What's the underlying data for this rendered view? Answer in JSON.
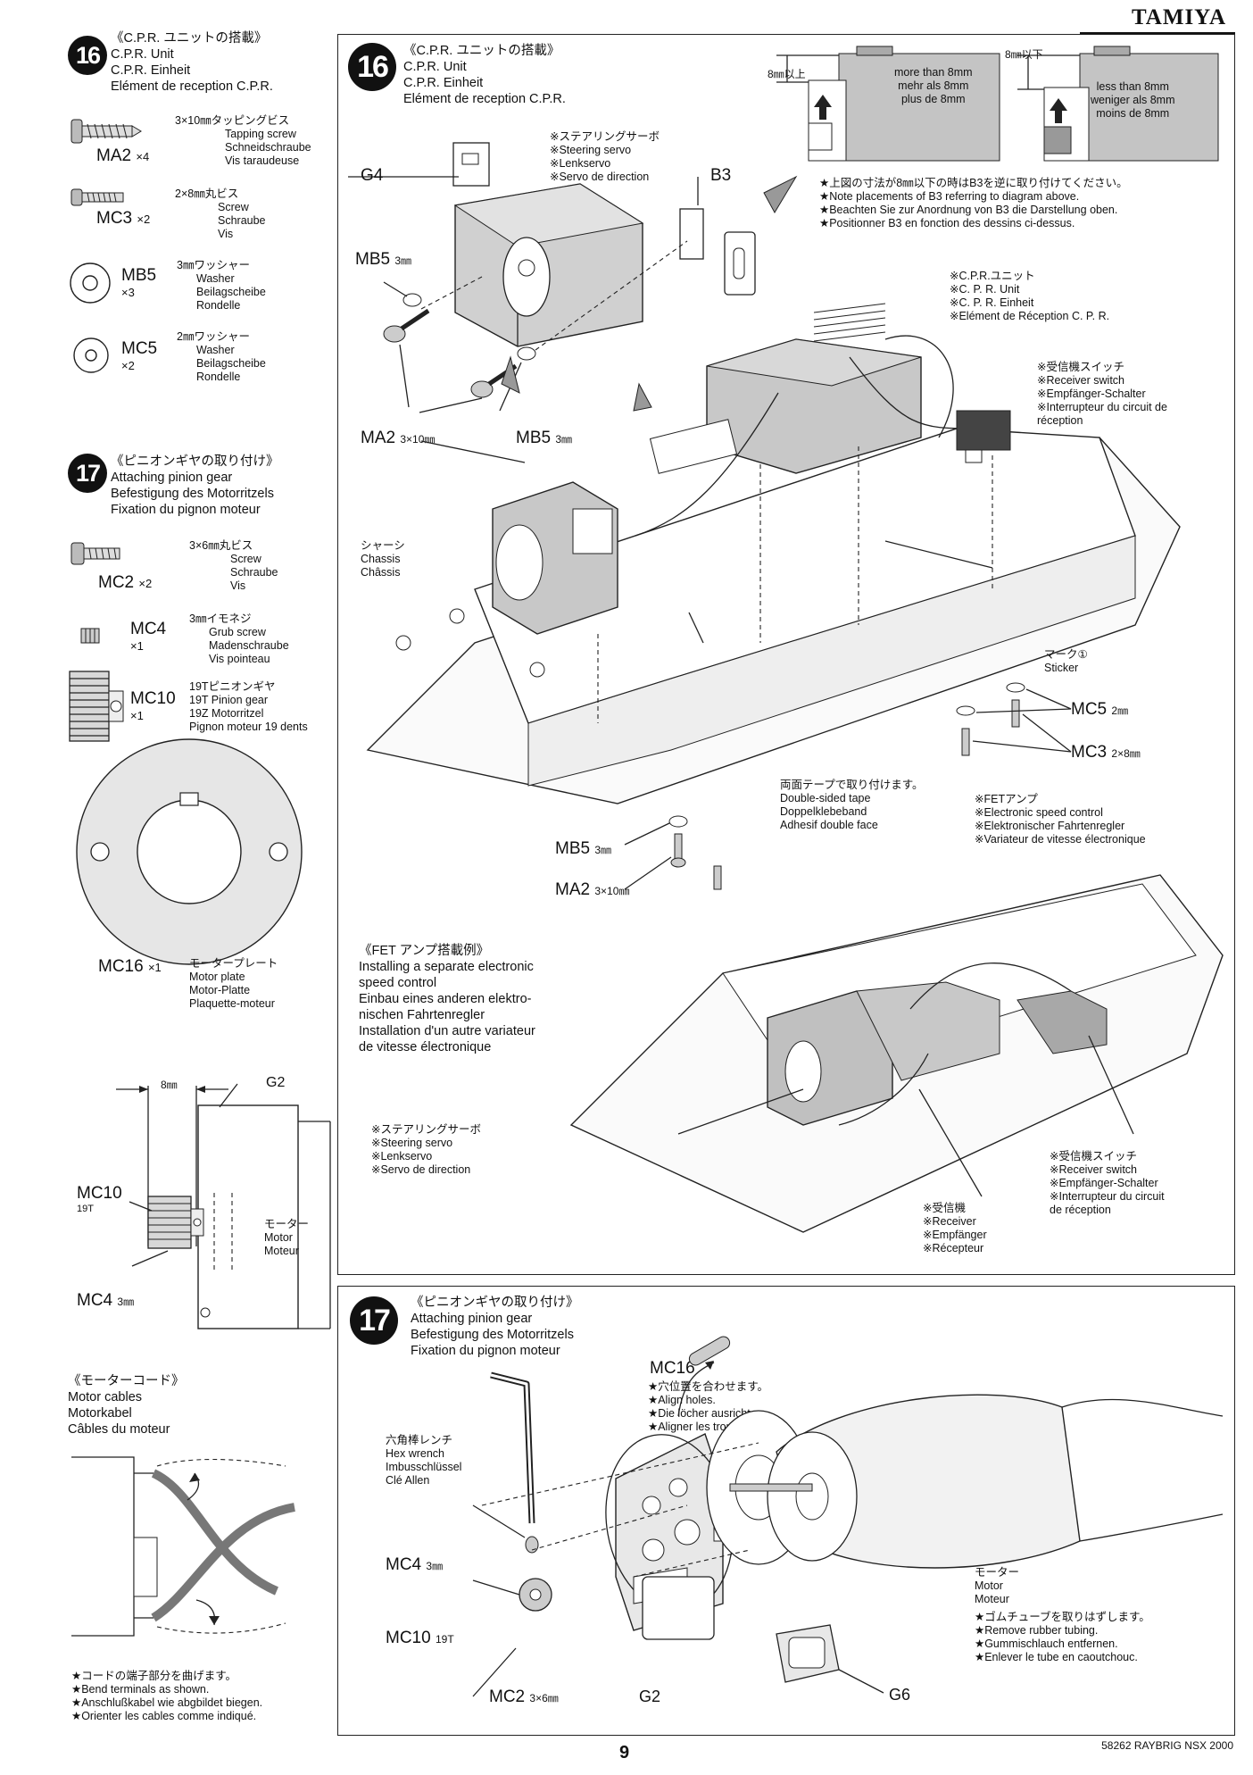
{
  "brand": "TAMIYA",
  "page_number": "9",
  "footer_model": "58262 RAYBRIG NSX 2000",
  "step16": {
    "number": "16",
    "title": [
      "《C.P.R. ユニットの搭載》",
      "C.P.R. Unit",
      "C.P.R. Einheit",
      "Elément de reception C.P.R."
    ],
    "parts": [
      {
        "code": "MA2",
        "qty": "×4",
        "spec": "3×10㎜タッピングビス",
        "names": [
          "Tapping screw",
          "Schneidschraube",
          "Vis taraudeuse"
        ]
      },
      {
        "code": "MC3",
        "qty": "×2",
        "spec": "2×8㎜丸ビス",
        "names": [
          "Screw",
          "Schraube",
          "Vis"
        ]
      },
      {
        "code": "MB5",
        "qty": "×3",
        "spec": "3㎜ワッシャー",
        "names": [
          "Washer",
          "Beilagscheibe",
          "Rondelle"
        ]
      },
      {
        "code": "MC5",
        "qty": "×2",
        "spec": "2㎜ワッシャー",
        "names": [
          "Washer",
          "Beilagscheibe",
          "Rondelle"
        ]
      }
    ]
  },
  "step17": {
    "number": "17",
    "title": [
      "《ピニオンギヤの取り付け》",
      "Attaching pinion gear",
      "Befestigung des Motorritzels",
      "Fixation du pignon moteur"
    ],
    "parts": [
      {
        "code": "MC2",
        "qty": "×2",
        "spec": "3×6㎜丸ビス",
        "names": [
          "Screw",
          "Schraube",
          "Vis"
        ]
      },
      {
        "code": "MC4",
        "qty": "×1",
        "spec": "3㎜イモネジ",
        "names": [
          "Grub screw",
          "Madenschraube",
          "Vis pointeau"
        ]
      },
      {
        "code": "MC10",
        "qty": "×1",
        "spec": "19Tピニオンギヤ",
        "names": [
          "19T Pinion gear",
          "19Z Motorritzel",
          "Pignon moteur 19 dents"
        ]
      }
    ],
    "motor_plate": {
      "code": "MC16",
      "qty": "×1",
      "spec": "モータープレート",
      "names": [
        "Motor plate",
        "Motor-Platte",
        "Plaquette-moteur"
      ]
    }
  },
  "gauge": {
    "dim": "8㎜",
    "g2": "G2",
    "mc10": "MC10",
    "teeth": "19T",
    "mc4": "MC4",
    "mc4_unit": "3㎜",
    "motor": [
      "モーター",
      "Motor",
      "Moteur"
    ]
  },
  "motor_cables": {
    "title": [
      "《モーターコード》",
      "Motor cables",
      "Motorkabel",
      "Câbles du moteur"
    ],
    "note": [
      "★コードの端子部分を曲げます。",
      "★Bend terminals as shown.",
      "★Anschlußkabel wie abgbildet biegen.",
      "★Orienter les cables comme indiqué."
    ]
  },
  "main16": {
    "labels": {
      "g4": "G4",
      "b3": "B3",
      "mb5_top": "MB5",
      "mb5_top_unit": "3㎜",
      "ma2_left": "MA2",
      "ma2_left_unit": "3×10㎜",
      "mb5_mid": "MB5",
      "mb5_mid_unit": "3㎜",
      "mb5_bot": "MB5",
      "mb5_bot_unit": "3㎜",
      "ma2_bot": "MA2",
      "ma2_bot_unit": "3×10㎜",
      "mc5": "MC5",
      "mc5_unit": "2㎜",
      "mc3": "MC3",
      "mc3_unit": "2×8㎜"
    },
    "servo": [
      "※ステアリングサーボ",
      "※Steering servo",
      "※Lenkservo",
      "※Servo de direction"
    ],
    "detail_left": {
      "dim": "8㎜以上",
      "text": [
        "more than 8mm",
        "mehr als 8mm",
        "plus de 8mm"
      ]
    },
    "detail_right": {
      "dim": "8㎜以下",
      "text": [
        "less than 8mm",
        "weniger als 8mm",
        "moins de 8mm"
      ]
    },
    "b3_note": [
      "★上図の寸法が8㎜以下の時はB3を逆に取り付けてください。",
      "★Note placements of B3 referring to diagram above.",
      "★Beachten Sie zur Anordnung von B3 die Darstellung oben.",
      "★Positionner B3 en fonction des dessins ci-dessus."
    ],
    "cpr": [
      "※C.P.R.ユニット",
      "※C. P. R. Unit",
      "※C. P. R. Einheit",
      "※Elément de Réception C. P. R."
    ],
    "rx_switch": [
      "※受信機スイッチ",
      "※Receiver switch",
      "※Empfänger-Schalter",
      "※Interrupteur du circuit de",
      "réception"
    ],
    "chassis": [
      "シャーシ",
      "Chassis",
      "Châssis"
    ],
    "sticker": [
      "マーク①",
      "Sticker"
    ],
    "tape": [
      "両面テープで取り付けます。",
      "Double-sided tape",
      "Doppelklebeband",
      "Adhesif double face"
    ],
    "fet": [
      "※FETアンプ",
      "※Electronic speed control",
      "※Elektronischer Fahrtenregler",
      "※Variateur de vitesse électronique"
    ],
    "fet_install": [
      "《FET アンプ搭載例》",
      "Installing a separate electronic",
      "speed control",
      "Einbau eines anderen elektro-",
      "nischen Fahrtenregler",
      "Installation d'un autre variateur",
      "de vitesse électronique"
    ],
    "servo2": [
      "※ステアリングサーボ",
      "※Steering servo",
      "※Lenkservo",
      "※Servo de direction"
    ],
    "rx_switch2": [
      "※受信機スイッチ",
      "※Receiver switch",
      "※Empfänger-Schalter",
      "※Interrupteur du circuit",
      "de réception"
    ],
    "receiver": [
      "※受信機",
      "※Receiver",
      "※Empfänger",
      "※Récepteur"
    ]
  },
  "main17": {
    "mc16": "MC16",
    "align": [
      "★穴位置を合わせます。",
      "★Align holes.",
      "★Die löcher ausrichten.",
      "★Aligner les trous."
    ],
    "wrench": [
      "六角棒レンチ",
      "Hex wrench",
      "Imbusschlüssel",
      "Clé Allen"
    ],
    "mc4": "MC4",
    "mc4_unit": "3㎜",
    "mc10": "MC10",
    "mc10_teeth": "19T",
    "mc2": "MC2",
    "mc2_unit": "3×6㎜",
    "g2": "G2",
    "g6": "G6",
    "motor": [
      "モーター",
      "Motor",
      "Moteur"
    ],
    "rubber": [
      "★ゴムチューブを取りはずします。",
      "★Remove rubber tubing.",
      "★Gummischlauch entfernen.",
      "★Enlever le tube en caoutchouc."
    ]
  }
}
